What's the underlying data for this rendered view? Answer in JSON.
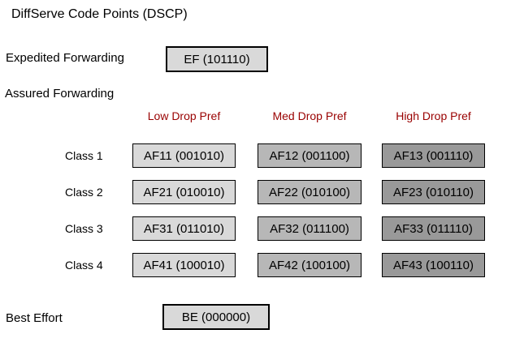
{
  "title": "DiffServe Code Points (DSCP)",
  "colors": {
    "header_red": "#990000",
    "light_gray": "#d9d9d9",
    "medium_gray": "#b7b7b7",
    "dark_gray": "#999999",
    "border": "#000000"
  },
  "sections": {
    "expedited": {
      "label": "Expedited Forwarding",
      "box": "EF (101110)"
    },
    "assured": {
      "label": "Assured Forwarding",
      "columns": [
        "Low Drop Pref",
        "Med Drop Pref",
        "High Drop Pref"
      ],
      "rows": [
        {
          "label": "Class 1",
          "cells": [
            "AF11 (001010)",
            "AF12 (001100)",
            "AF13 (001110)"
          ]
        },
        {
          "label": "Class 2",
          "cells": [
            "AF21 (010010)",
            "AF22 (010100)",
            "AF23 (010110)"
          ]
        },
        {
          "label": "Class 3",
          "cells": [
            "AF31 (011010)",
            "AF32 (011100)",
            "AF33 (011110)"
          ]
        },
        {
          "label": "Class 4",
          "cells": [
            "AF41 (100010)",
            "AF42 (100100)",
            "AF43 (100110)"
          ]
        }
      ]
    },
    "best_effort": {
      "label": "Best Effort",
      "box": "BE (000000)"
    }
  }
}
